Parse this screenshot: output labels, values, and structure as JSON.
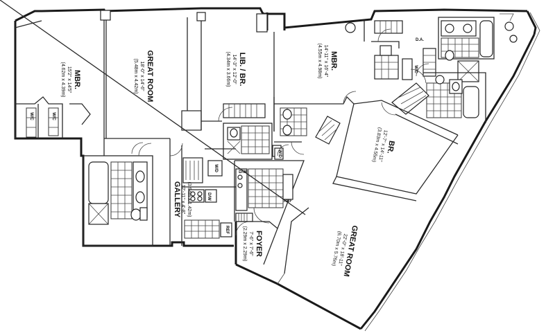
{
  "rooms": {
    "mbr_west": {
      "name": "MBR.",
      "dim1": "15'2\" x 14'5\"",
      "dim2": "(4.62m x 4.39m)"
    },
    "great_west": {
      "name": "GREAT ROOM",
      "dim1": "18'-0\" x 14'-6\"",
      "dim2": "(5.48m x 4.42m)"
    },
    "lib": {
      "name": "LIB. / BR.",
      "dim1": "14'-3\" x 12'-0\"",
      "dim2": "(4.34m x 3.66m)"
    },
    "mbr_east": {
      "name": "MBR.",
      "dim1": "14'-11\" x 16'-4\"",
      "dim2": "(4.55m x 4.98m)"
    },
    "br": {
      "name": "BR.",
      "dim1": "12'-7\" x 14'-11\"",
      "dim2": "(3.83m x 4.55m)"
    },
    "great_east": {
      "name": "GREAT ROOM",
      "dim1": "22'-0\" x 18'-11\"",
      "dim2": "(6.70m x 5.76m)"
    },
    "gallery": {
      "name": "GALLERY",
      "dim1": "12'-11\" x 4'-8\"",
      "dim2": "(3.94m x 1.42m)"
    },
    "foyer": {
      "name": "FOYER",
      "dim1": "7'-6\" x 7'-6\"",
      "dim2": "(2.29m x 2.29m)"
    }
  },
  "labels": {
    "wic_a": "W/C",
    "wic_b": "W/C",
    "wic_c": "W/C",
    "wd_a": "W/D",
    "wd_b": "W/D",
    "da": "D.A.",
    "dw_a": "D/W",
    "dw_b": "D/W",
    "ref_a": "REF",
    "ref_b": "REF"
  }
}
